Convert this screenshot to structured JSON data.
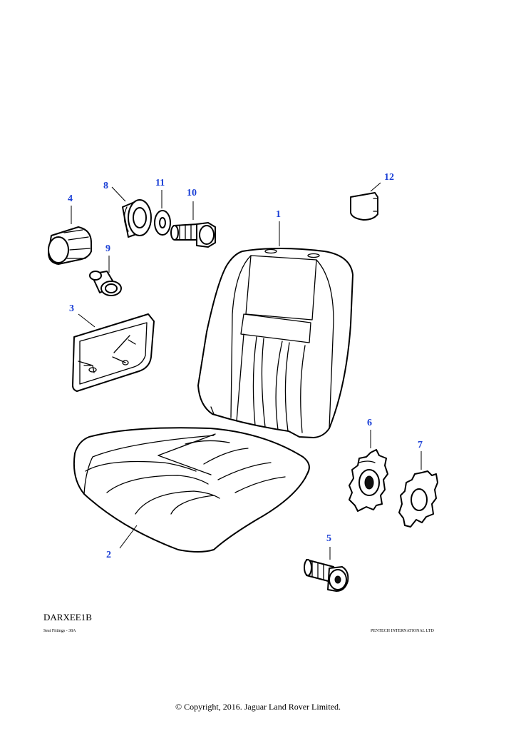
{
  "callouts": {
    "c1": "1",
    "c2": "2",
    "c3": "3",
    "c4": "4",
    "c5": "5",
    "c6": "6",
    "c7": "7",
    "c8": "8",
    "c9": "9",
    "c10": "10",
    "c11": "11",
    "c12": "12"
  },
  "callout_color": "#1a3fd6",
  "diagram_code": "DARXEE1B",
  "caption_left": "Seat Fittings - 38A",
  "caption_right": "PENTECH INTERNATIONAL LTD",
  "copyright": "© Copyright, 2016. Jaguar Land Rover Limited."
}
